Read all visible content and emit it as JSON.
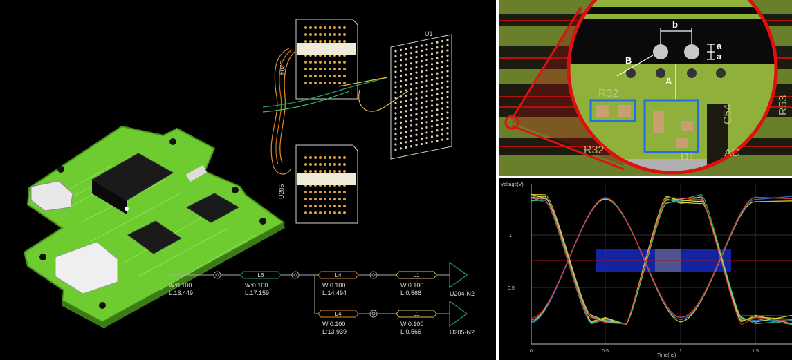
{
  "left": {
    "u1_label": "U1",
    "u204_label": "U204",
    "u205_label": "U205",
    "segments": [
      {
        "name": "",
        "w": "W:0.100",
        "l": "L:13.449"
      },
      {
        "name": "L6",
        "w": "W:0.100",
        "l": "L:17.159"
      },
      {
        "name": "L4",
        "w": "W:0.100",
        "l": "L:14.494"
      },
      {
        "name": "L1",
        "w": "W:0.100",
        "l": "L:0.566"
      },
      {
        "name": "L4",
        "w": "W:0.100",
        "l": "L:13.939"
      },
      {
        "name": "L1",
        "w": "W:0.100",
        "l": "L:0.566"
      }
    ],
    "end1": "U204-N2",
    "end2": "U205-N2"
  },
  "topright": {
    "labels": {
      "b_small": "b",
      "a1": "a",
      "a2": "a",
      "B": "B",
      "A": "A",
      "r32_top": "R32",
      "r32_bot": "R32",
      "c54": "C54",
      "r53": "R53",
      "d1": "D1",
      "ac": "AC"
    }
  },
  "botright": {
    "y_title": "Voltage(V)",
    "x_title": "Time(ns)",
    "y_ticks": [
      "1",
      "0.5"
    ],
    "x_ticks": [
      "0",
      "0.5",
      "1",
      "1.5"
    ]
  },
  "colors": {
    "board": "#7ddc3c",
    "trace_orange": "#e58a2c",
    "mask_red": "#e01010",
    "eye_red": "#e82222",
    "eye_yellow": "#e8e83a",
    "eye_blue": "#1a2fd8"
  }
}
